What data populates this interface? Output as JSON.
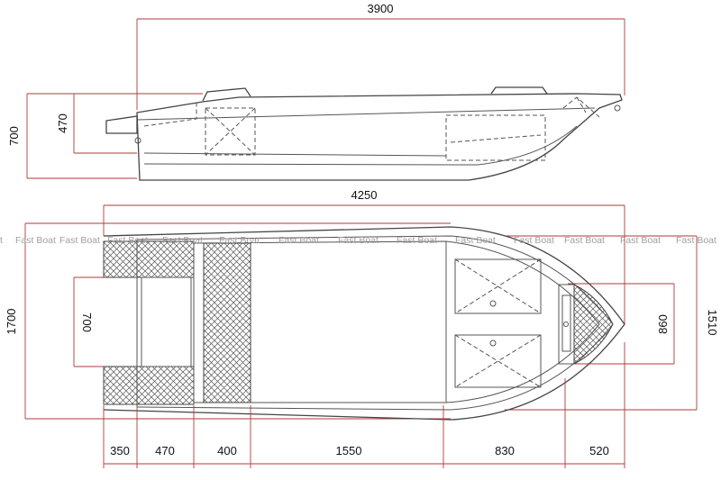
{
  "side_view": {
    "dim_length": "3900",
    "dim_height_total": "700",
    "dim_height_side": "470"
  },
  "top_view": {
    "dim_length": "4250",
    "dim_width_total": "1700",
    "dim_width_inner": "1510",
    "dim_transom_width": "700",
    "dim_console_width": "860",
    "dim_sections": [
      "350",
      "470",
      "400",
      "1550",
      "830",
      "520"
    ]
  },
  "watermark": {
    "text": "Fast Boat",
    "repeats": [
      "t",
      "Fast Boat",
      "Fast Boat",
      "Fast Boat",
      "Fast Boat",
      "Fast Boat",
      "Fast Boat",
      "Fast Boat",
      "Fast Boat",
      "Fast Boat",
      "Fast Boat",
      "Fast Boat",
      "Fast Boat",
      "Fast Boat"
    ]
  },
  "colors": {
    "dimension_line": "#b23a3a",
    "outline": "#444444",
    "watermark": "#a0a0a0"
  }
}
